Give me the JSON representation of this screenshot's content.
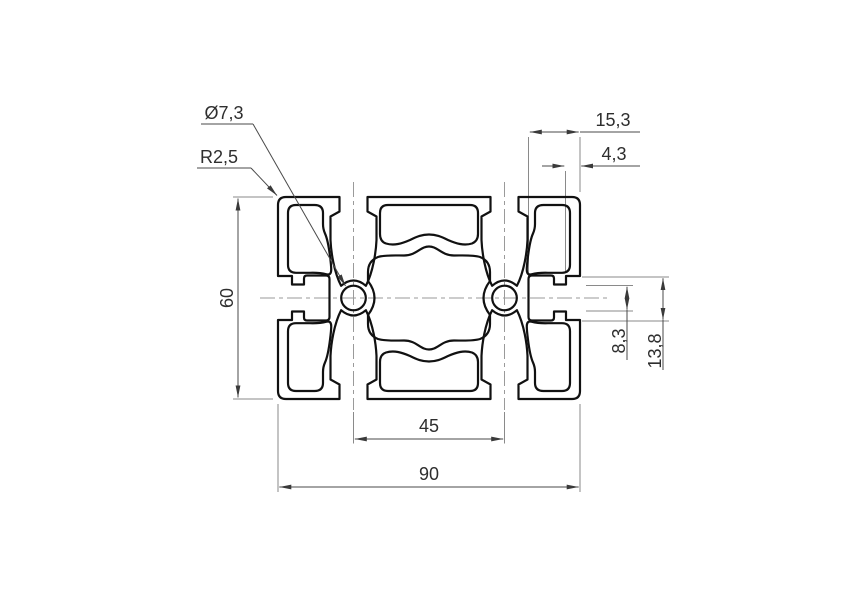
{
  "drawing": {
    "kind": "aluminium-extrusion-profile-cross-section",
    "labels": {
      "overall_width": "90",
      "slot_pitch": "45",
      "overall_height": "60",
      "slot_depth": "15,3",
      "lip_offset": "4,3",
      "slot_opening": "8,3",
      "groove_width": "13,8",
      "hole_diameter": "Ø7,3",
      "corner_radius": "R2,5"
    },
    "colors": {
      "background": "#ffffff",
      "profile_line": "#111111",
      "dimension_line": "#4a4a4a",
      "extension_line": "#8a8a8a",
      "centerline": "#9a9a9a",
      "text": "#2e2e2e"
    }
  }
}
